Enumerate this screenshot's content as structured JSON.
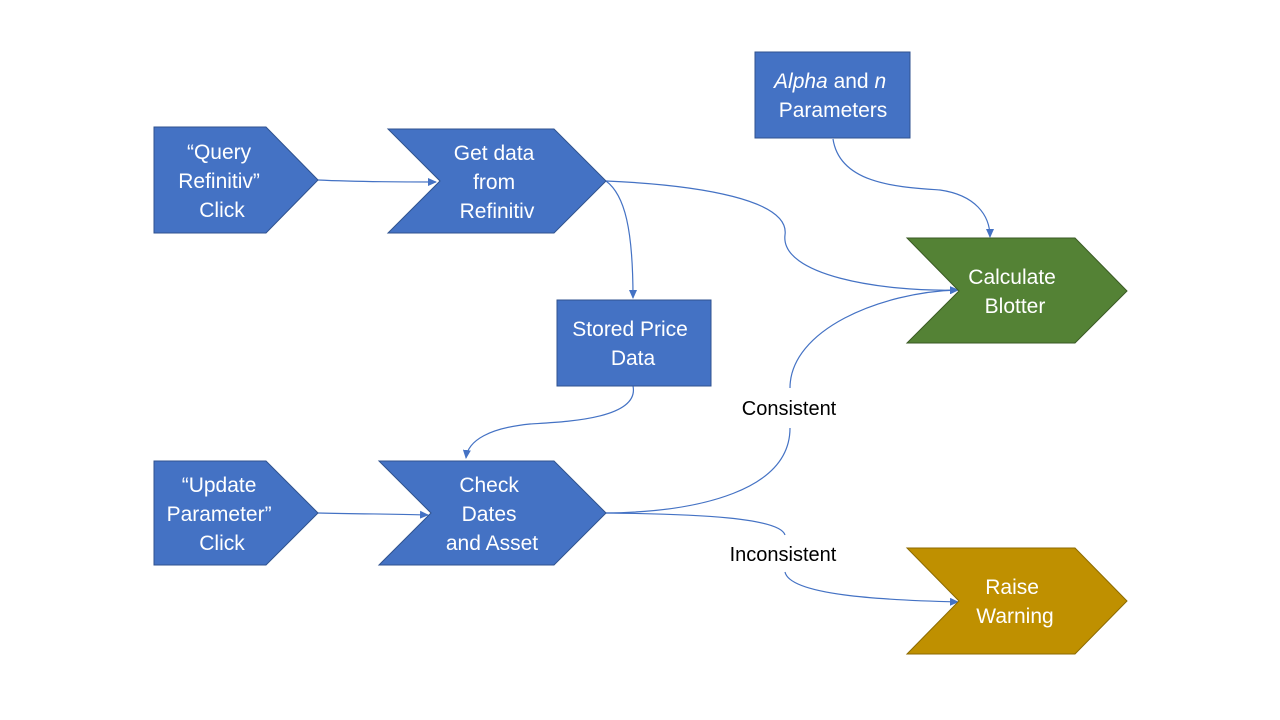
{
  "colors": {
    "blue": "#4472C4",
    "blue_border": "#2F528F",
    "green": "#548235",
    "green_border": "#3A5A24",
    "gold": "#BF9000",
    "gold_border": "#8C6A00",
    "arrow": "#4472C4",
    "text_light": "#FFFFFF",
    "text_dark": "#000000"
  },
  "nodes": {
    "query_click": {
      "lines": [
        "“Query",
        "Refinitiv”",
        "Click"
      ]
    },
    "get_data": {
      "lines": [
        "Get data",
        "from",
        "Refinitiv"
      ]
    },
    "alpha_params": {
      "alpha": "Alpha",
      "and": " and ",
      "n": "n",
      "line2": "Parameters"
    },
    "calculate_blotter": {
      "lines": [
        "Calculate",
        "Blotter"
      ]
    },
    "stored_price": {
      "lines": [
        "Stored Price",
        "Data"
      ]
    },
    "update_click": {
      "lines": [
        "“Update",
        "Parameter”",
        "Click"
      ]
    },
    "check_dates": {
      "lines": [
        "Check",
        "Dates",
        "and Asset"
      ]
    },
    "raise_warning": {
      "lines": [
        "Raise",
        "Warning"
      ]
    }
  },
  "edge_labels": {
    "consistent": "Consistent",
    "inconsistent": "Inconsistent"
  }
}
